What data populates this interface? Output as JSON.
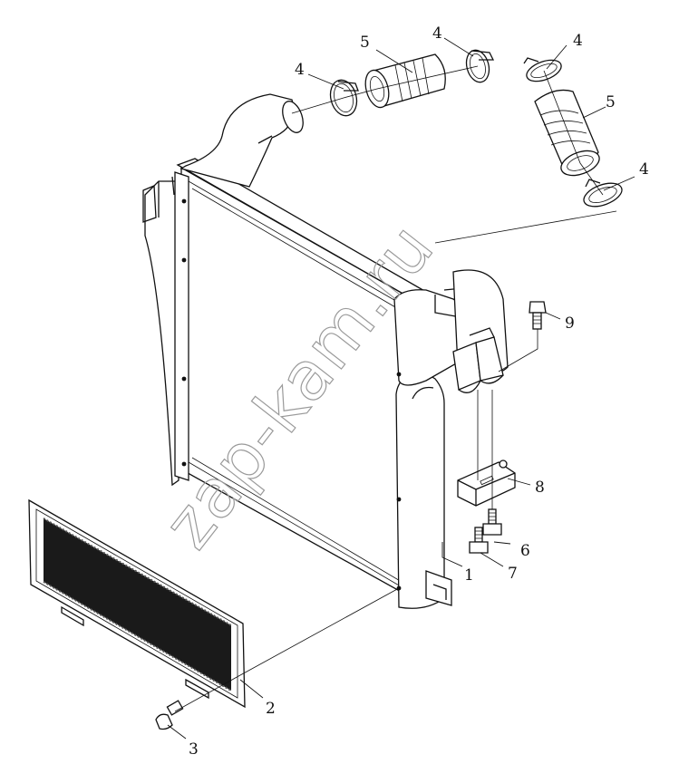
{
  "watermark": "zap-kam.ru",
  "callouts": [
    {
      "id": "c1",
      "text": "1"
    },
    {
      "id": "c2",
      "text": "2"
    },
    {
      "id": "c3",
      "text": "3"
    },
    {
      "id": "c4a",
      "text": "4"
    },
    {
      "id": "c4b",
      "text": "4"
    },
    {
      "id": "c4c",
      "text": "4"
    },
    {
      "id": "c4d",
      "text": "4"
    },
    {
      "id": "c5a",
      "text": "5"
    },
    {
      "id": "c5b",
      "text": "5"
    },
    {
      "id": "c6",
      "text": "6"
    },
    {
      "id": "c7",
      "text": "7"
    },
    {
      "id": "c8",
      "text": "8"
    },
    {
      "id": "c9",
      "text": "9"
    }
  ]
}
